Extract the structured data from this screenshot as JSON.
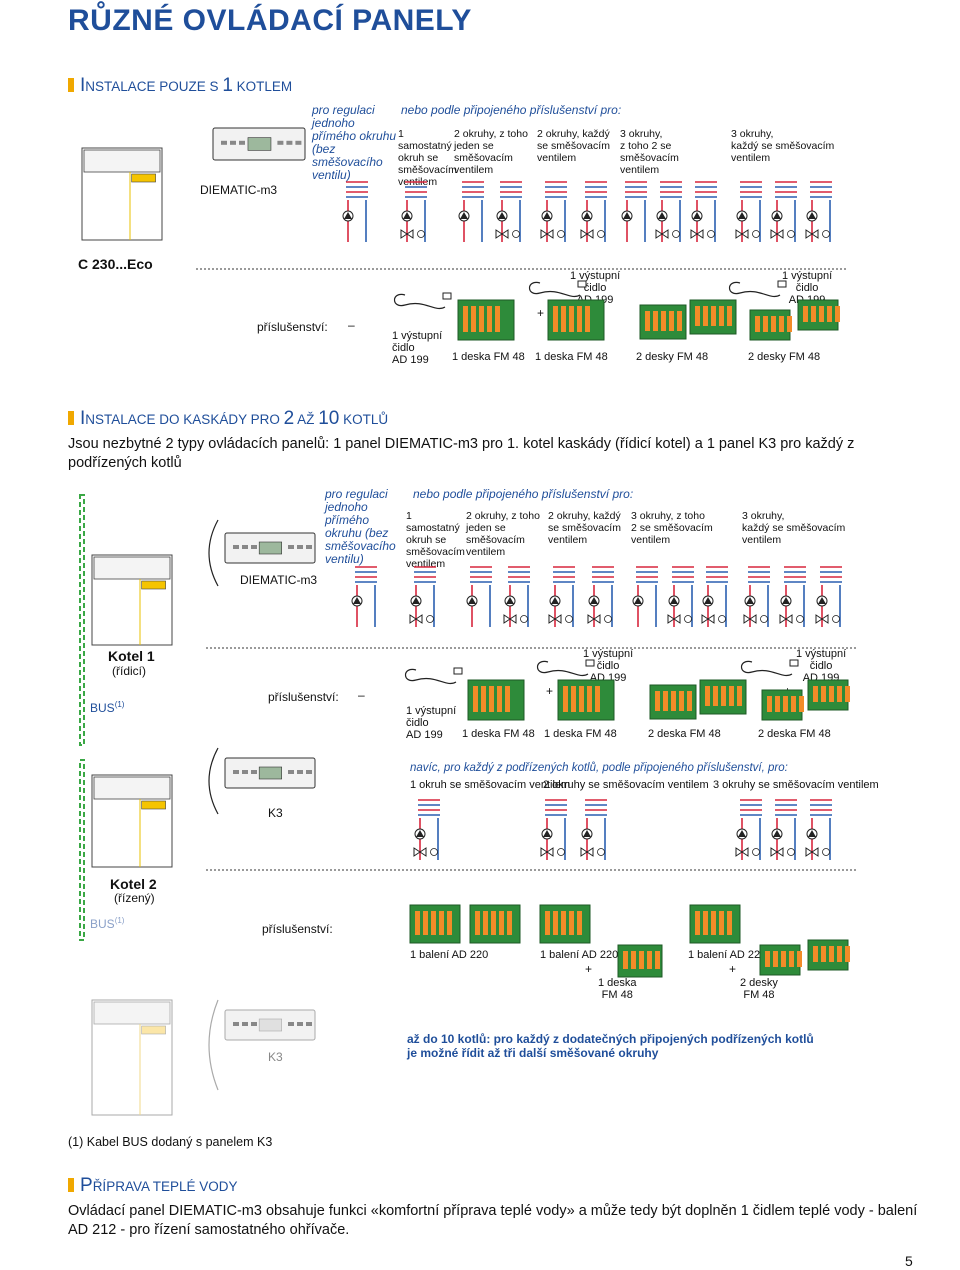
{
  "page": {
    "title": "RŮZNÉ OVLÁDACÍ PANELY",
    "number": "5"
  },
  "section1": {
    "heading_cap": "I",
    "heading_rest": "NSTALACE POUZE S ",
    "heading_num": "1",
    "heading_end": " KOTLEM",
    "panel_label": "DIEMATIC-m3",
    "boiler_label": "C 230...Eco",
    "note_direct": "pro regulaci\njednoho\npřímého okruhu\n(bez směšovacího\nventilu)",
    "note_or": "nebo podle připojeného příslušenství pro:",
    "columns": [
      "1 samostatný\nokruh se\nsměšovacím\nventilem",
      "2 okruhy, z toho\njeden se\nsměšovacím\nventilem",
      "2 okruhy, každý\nse směšovacím\nventilem",
      "3 okruhy,\nz toho 2 se směšovacím\nventilem",
      "3 okruhy,\nkaždý se směšovacím\nventilem"
    ],
    "accessories_label": "příslušenství:",
    "acc_none": "–",
    "acc1": "1 výstupní\nčidlo\nAD 199",
    "acc2": "1 deska FM 48",
    "acc3_sensor": "1 výstupní\nčidlo\nAD 199",
    "acc3": "1 deska FM 48",
    "acc4": "2 desky FM 48",
    "acc5_sensor": "1 výstupní\nčidlo\nAD 199",
    "acc5": "2 desky FM 48",
    "plus": "+"
  },
  "section2": {
    "heading_cap": "I",
    "heading_rest": "NSTALACE DO KASKÁDY PRO ",
    "heading_num1": "2",
    "heading_mid": " AŽ ",
    "heading_num2": "10",
    "heading_end": " KOTLŮ",
    "intro": "Jsou nezbytné 2 typy ovládacích panelů: 1 panel DIEMATIC-m3 pro 1. kotel kaskády (řídicí kotel) a 1 panel K3 pro každý z podřízených kotlů",
    "note_direct": "pro regulaci\njednoho přímého\nokruhu (bez\nsměšovacího\nventilu)",
    "note_or": "nebo podle připojeného příslušenství pro:",
    "columns": [
      "1 samostatný\nokruh se\nsměšovacím\nventilem",
      "2 okruhy, z toho\njeden se\nsměšovacím\nventilem",
      "2 okruhy, každý\nse směšovacím\nventilem",
      "3 okruhy, z toho\n2 se směšovacím\nventilem",
      "3 okruhy,\nkaždý se směšovacím\nventilem"
    ],
    "panel_label": "DIEMATIC-m3",
    "kotel1": "Kotel 1",
    "kotel1_sub": "(řídicí)",
    "bus": "BUS",
    "bus_sup": "(1)",
    "accessories_label": "příslušenství:",
    "acc_none": "–",
    "acc1": "1 výstupní\nčidlo\nAD 199",
    "acc2": "1 deska FM 48",
    "acc3_sensor": "1 výstupní\nčidlo\nAD 199",
    "acc3": "1 deska FM 48",
    "acc4": "2 deska FM 48",
    "acc5_sensor": "1 výstupní\nčidlo\nAD 199",
    "acc5": "2 deska FM 48",
    "plus": "+",
    "k3_note": "navíc, pro každý z podřízených kotlů, podle připojeného příslušenství, pro:",
    "k3_col1": "1 okruh se směšovacím ventilem",
    "k3_col2": "2 okruhy se směšovacím ventilem",
    "k3_col3": "3 okruhy se směšovacím ventilem",
    "k3_label": "K3",
    "kotel2": "Kotel 2",
    "kotel2_sub": "(řízený)",
    "k3_acc1": "1 balení AD 220",
    "k3_acc2": "1 balení AD 220",
    "k3_acc2_plus": "1 deska\nFM 48",
    "k3_acc3": "1 balení AD 220",
    "k3_acc3_plus": "2 desky\nFM 48",
    "k3_label_gray": "K3",
    "final_note": "až do 10 kotlů: pro každý z dodatečných připojených podřízených kotlů\nje možné řídit až tři další směšované okruhy",
    "footnote": "(1) Kabel BUS dodaný s panelem K3"
  },
  "section3": {
    "heading_cap": "P",
    "heading_rest": "ŘÍPRAVA TEPLÉ VODY",
    "text": "Ovládací panel DIEMATIC-m3 obsahuje funkci «komfortní příprava teplé vody» a může tedy být doplněn 1 čidlem teplé vody - balení AD 212 - pro řízení samostatného ohřívače."
  },
  "colors": {
    "heading": "#1f4e9a",
    "accent": "#f0a800",
    "hot": "#d7263d",
    "cold": "#2a5fb0",
    "board": "#2e8b3a",
    "bus_green": "#3aa845"
  }
}
